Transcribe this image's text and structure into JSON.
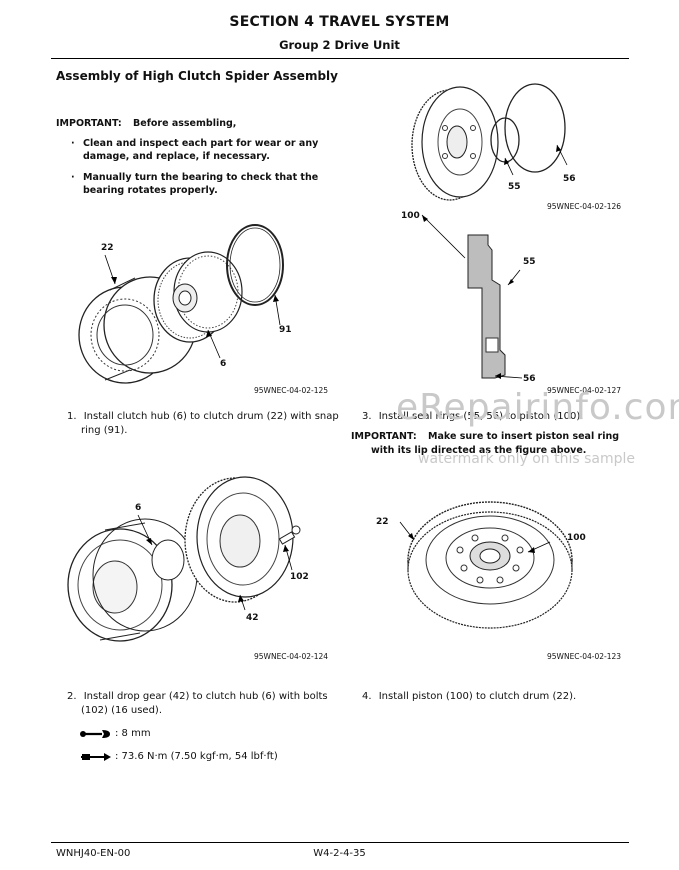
{
  "header": {
    "section_title": "SECTION 4 TRAVEL SYSTEM",
    "group_title": "Group 2 Drive Unit"
  },
  "heading": "Assembly of High Clutch Spider Assembly",
  "important1": {
    "label": "IMPORTANT:",
    "text": "Before assembling,",
    "bullets": [
      {
        "line1": "Clean and inspect each part for wear or any",
        "line2": "damage, and replace, if necessary."
      },
      {
        "line1": "Manually turn the bearing to check that the",
        "line2": "bearing rotates properly."
      }
    ]
  },
  "figures": {
    "fig125": {
      "caption": "95WNEC-04-02-125",
      "callouts": {
        "c22": "22",
        "c6": "6",
        "c91": "91"
      }
    },
    "fig126": {
      "caption": "95WNEC-04-02-126",
      "callouts": {
        "c55": "55",
        "c56": "56"
      }
    },
    "fig127": {
      "caption": "95WNEC-04-02-127",
      "callouts": {
        "c100": "100",
        "c55": "55",
        "c56": "56"
      }
    },
    "fig124": {
      "caption": "95WNEC-04-02-124",
      "callouts": {
        "c6": "6",
        "c102": "102",
        "c42": "42"
      }
    },
    "fig123": {
      "caption": "95WNEC-04-02-123",
      "callouts": {
        "c22": "22",
        "c100": "100"
      }
    }
  },
  "steps": {
    "s1": {
      "num": "1.",
      "line1": "Install clutch hub (6) to clutch drum (22) with snap",
      "line2": "ring (91)."
    },
    "s2": {
      "num": "2.",
      "line1": "Install drop gear (42) to clutch hub (6) with bolts",
      "line2": "(102) (16 used)."
    },
    "s3": {
      "num": "3.",
      "text": "Install seal rings (55, 56) to piston (100)."
    },
    "s4": {
      "num": "4.",
      "text": "Install piston (100) to clutch drum (22)."
    }
  },
  "important2": {
    "label": "IMPORTANT:",
    "line1": "Make sure to insert piston seal ring",
    "line2": "with its lip directed as the figure above."
  },
  "tools": {
    "wrench": ": 8 mm",
    "torque": ": 73.6 N·m (7.50 kgf·m, 54 lbf·ft)",
    "wrench_icon": "wrench-icon",
    "torque_icon": "torque-wrench-icon"
  },
  "watermark": {
    "main": "eRepairinfo.com",
    "sub": "watermark only on this sample"
  },
  "footer": {
    "left": "WNHJ40-EN-00",
    "center": "W4-2-4-35"
  }
}
